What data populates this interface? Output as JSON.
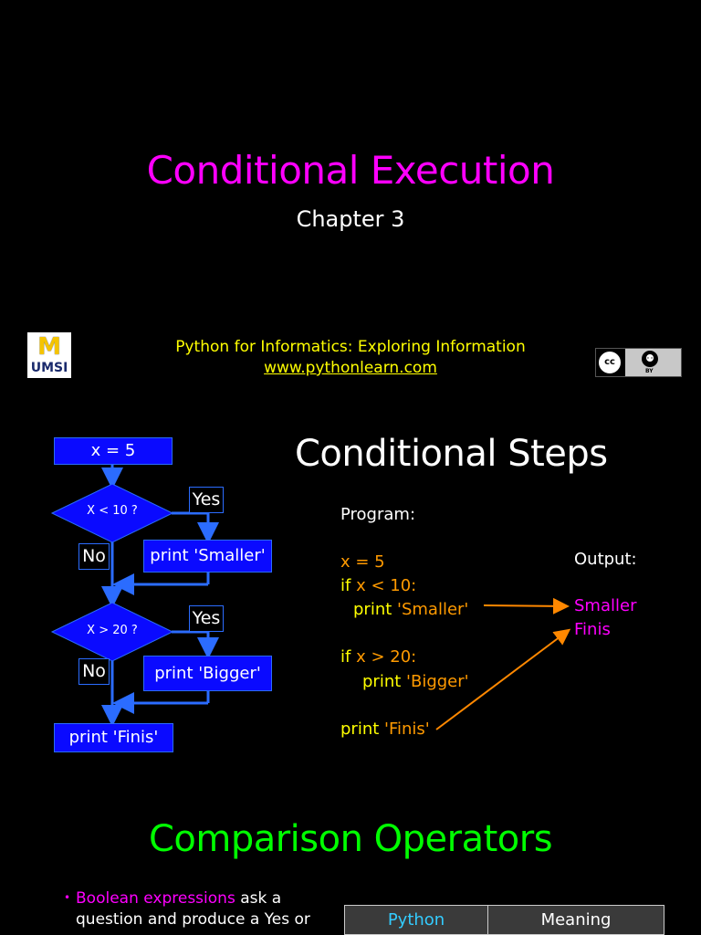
{
  "slide1": {
    "title": "Conditional Execution",
    "subtitle": "Chapter 3",
    "logo_letter": "M",
    "logo_text": "UMSI",
    "book_title": "Python for Informatics: Exploring Information",
    "book_url": "www.pythonlearn.com",
    "license_cc": "cc",
    "license_by": "BY"
  },
  "slide2": {
    "title": "Conditional Steps",
    "flowchart": {
      "assign": "x = 5",
      "cond1": "X < 10 ?",
      "yes1": "Yes",
      "no1": "No",
      "print_smaller": "print 'Smaller'",
      "cond2": "X > 20 ?",
      "yes2": "Yes",
      "no2": "No",
      "print_bigger": "print 'Bigger'",
      "print_finis": "print 'Finis'"
    },
    "program_label": "Program:",
    "code": {
      "line1": "x = 5",
      "line2_kw": "if",
      "line2_rest": " x < 10:",
      "line3_kw": "print",
      "line3_str": " 'Smaller'",
      "line4_kw": "if",
      "line4_rest": " x > 20:",
      "line5_kw": "print",
      "line5_str": " 'Bigger'",
      "line6_kw": "print",
      "line6_str": " 'Finis'"
    },
    "output_label": "Output:",
    "output_lines": [
      "Smaller",
      "Finis"
    ]
  },
  "slide3": {
    "title": "Comparison Operators",
    "bullet_highlight": "Boolean expressions",
    "bullet_rest": " ask a question and produce a Yes or",
    "table_headers": [
      "Python",
      "Meaning"
    ],
    "colors": {
      "python_header": "#33ccff"
    }
  },
  "colors": {
    "magenta": "#ff00ff",
    "yellow": "#ffff00",
    "orange": "#ff9a00",
    "green": "#00ff00",
    "flow_blue": "#0a0aff"
  }
}
